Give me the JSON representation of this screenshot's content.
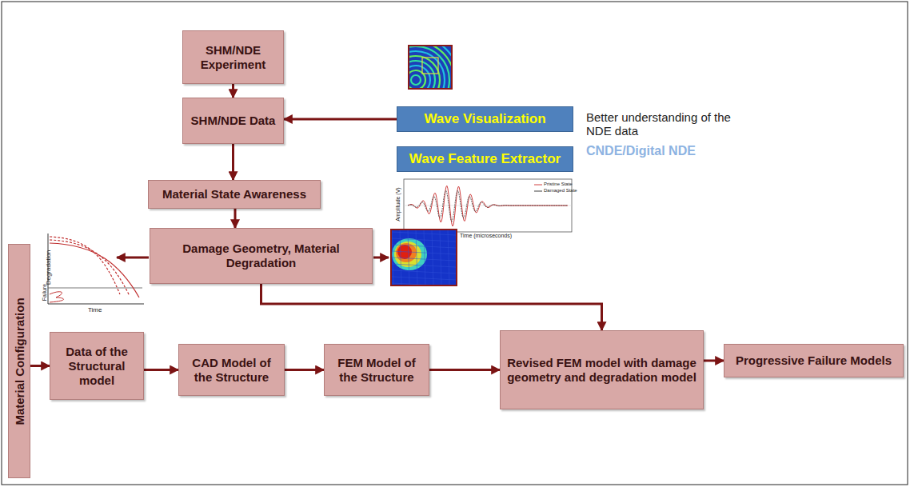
{
  "diagram": {
    "nodes": [
      {
        "text": [
          "SHM/NDE Experiment"
        ]
      },
      {
        "text": [
          "SHM/NDE Data"
        ]
      },
      {
        "text": [
          "Wave Visualization"
        ]
      },
      {
        "text": [
          "Wave Feature Extractor"
        ]
      },
      {
        "text": [
          "Material State Awareness"
        ]
      },
      {
        "text": [
          "Damage Geometry, Material Degradation"
        ]
      },
      {
        "text": [
          "Material Configuration"
        ]
      },
      {
        "text": [
          "Data of the Structural model"
        ]
      },
      {
        "text": [
          "CAD Model of the Structure"
        ]
      },
      {
        "text": [
          "FEM Model of the Structure"
        ]
      },
      {
        "text": [
          "Revised FEM model with damage geometry and degradation model"
        ]
      },
      {
        "text": [
          "Progressive Failure Models"
        ]
      }
    ],
    "edges": [
      {
        "from": 0,
        "to": 1,
        "arrow": "to"
      },
      {
        "from": 2,
        "to": 1,
        "arrow": "to"
      },
      {
        "from": 1,
        "to": 4,
        "arrow": "to"
      },
      {
        "from": 4,
        "to": 5,
        "arrow": "to"
      },
      {
        "from": 5,
        "to": 10,
        "arrow": "to"
      },
      {
        "from": 6,
        "to": 7,
        "arrow": "to"
      },
      {
        "from": 7,
        "to": 8,
        "arrow": "to"
      },
      {
        "from": 8,
        "to": 9,
        "arrow": "to"
      },
      {
        "from": 9,
        "to": 10,
        "arrow": "to"
      },
      {
        "from": 10,
        "to": 11,
        "arrow": "to"
      }
    ],
    "labels": [
      "Better understanding of the NDE data",
      "CNDE/Digital NDE",
      "Degradation",
      "Failure",
      "Time",
      "Amplitude (V)",
      "Time (microseconds)",
      "Pristine State",
      "Damaged State"
    ]
  }
}
